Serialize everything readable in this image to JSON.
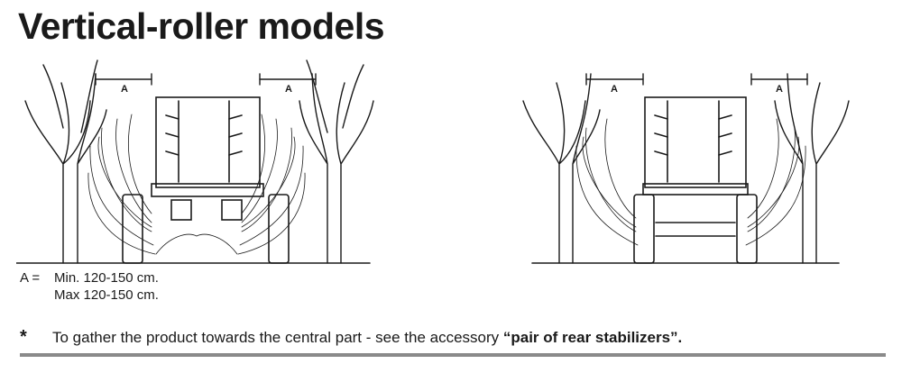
{
  "title": "Vertical-roller models",
  "diagram_left": {
    "dimension_label": "A"
  },
  "diagram_right": {
    "dimension_label": "A"
  },
  "legend": {
    "key": "A =",
    "line1": "Min. 120-150 cm.",
    "line2": "Max 120-150 cm."
  },
  "note": {
    "marker": "*",
    "text": "To gather the product towards the central part - see the accessory ",
    "emphasis": "“pair of rear stabilizers”."
  },
  "colors": {
    "ink": "#1a1a1a",
    "rule": "#8a8a8a"
  }
}
